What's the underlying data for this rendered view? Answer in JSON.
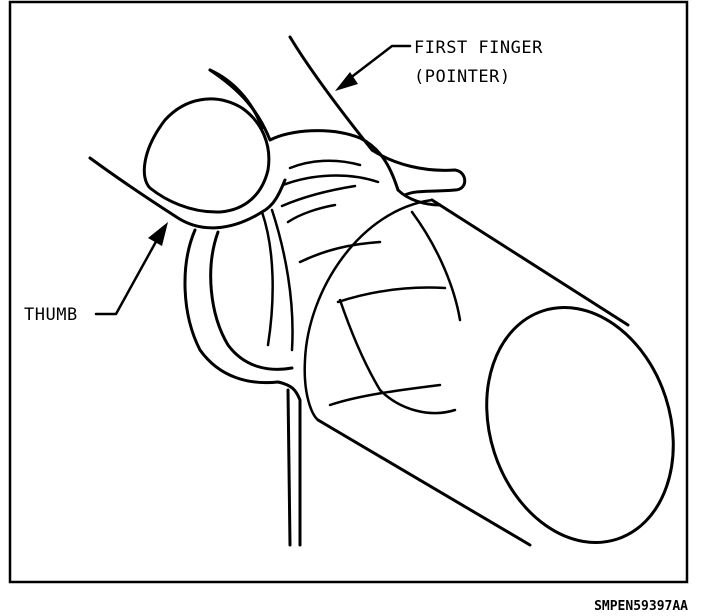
{
  "labels": {
    "first_finger_line1": "FIRST FINGER",
    "first_finger_line2": "(POINTER)",
    "thumb": "THUMB"
  },
  "figure_code": "SMPEN59397AA",
  "colors": {
    "ink": "#000000",
    "background": "#ffffff"
  }
}
